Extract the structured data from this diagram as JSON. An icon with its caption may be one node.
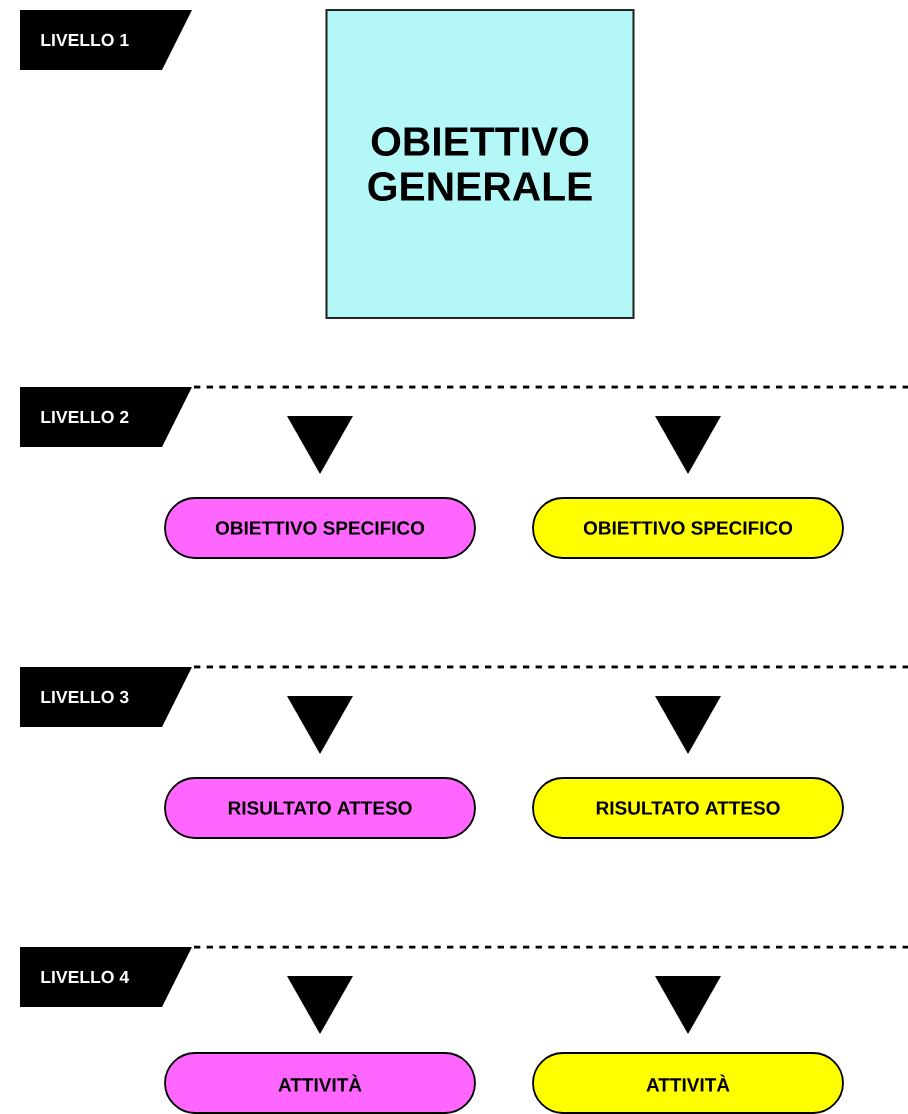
{
  "diagram": {
    "nodes": [
      {
        "text": [
          "LIVELLO 1"
        ]
      },
      {
        "text": [
          "OBIETTIVO GENERALE"
        ]
      },
      {
        "text": [
          "LIVELLO 2"
        ]
      },
      {
        "text": [
          "OBIETTIVO SPECIFICO"
        ]
      },
      {
        "text": [
          "OBIETTIVO SPECIFICO"
        ]
      },
      {
        "text": [
          "LIVELLO 3"
        ]
      },
      {
        "text": [
          "RISULTATO ATTESO"
        ]
      },
      {
        "text": [
          "RISULTATO ATTESO"
        ]
      },
      {
        "text": [
          "LIVELLO 4"
        ]
      },
      {
        "text": [
          "ATTIVITÀ"
        ]
      },
      {
        "text": [
          "ATTIVITÀ"
        ]
      }
    ],
    "edges": [
      {
        "from": null,
        "to": 3,
        "arrow": "to"
      },
      {
        "from": null,
        "to": 4,
        "arrow": "to"
      },
      {
        "from": null,
        "to": 6,
        "arrow": "to"
      },
      {
        "from": null,
        "to": 7,
        "arrow": "to"
      },
      {
        "from": null,
        "to": 9,
        "arrow": "to"
      },
      {
        "from": null,
        "to": 10,
        "arrow": "to"
      }
    ]
  }
}
